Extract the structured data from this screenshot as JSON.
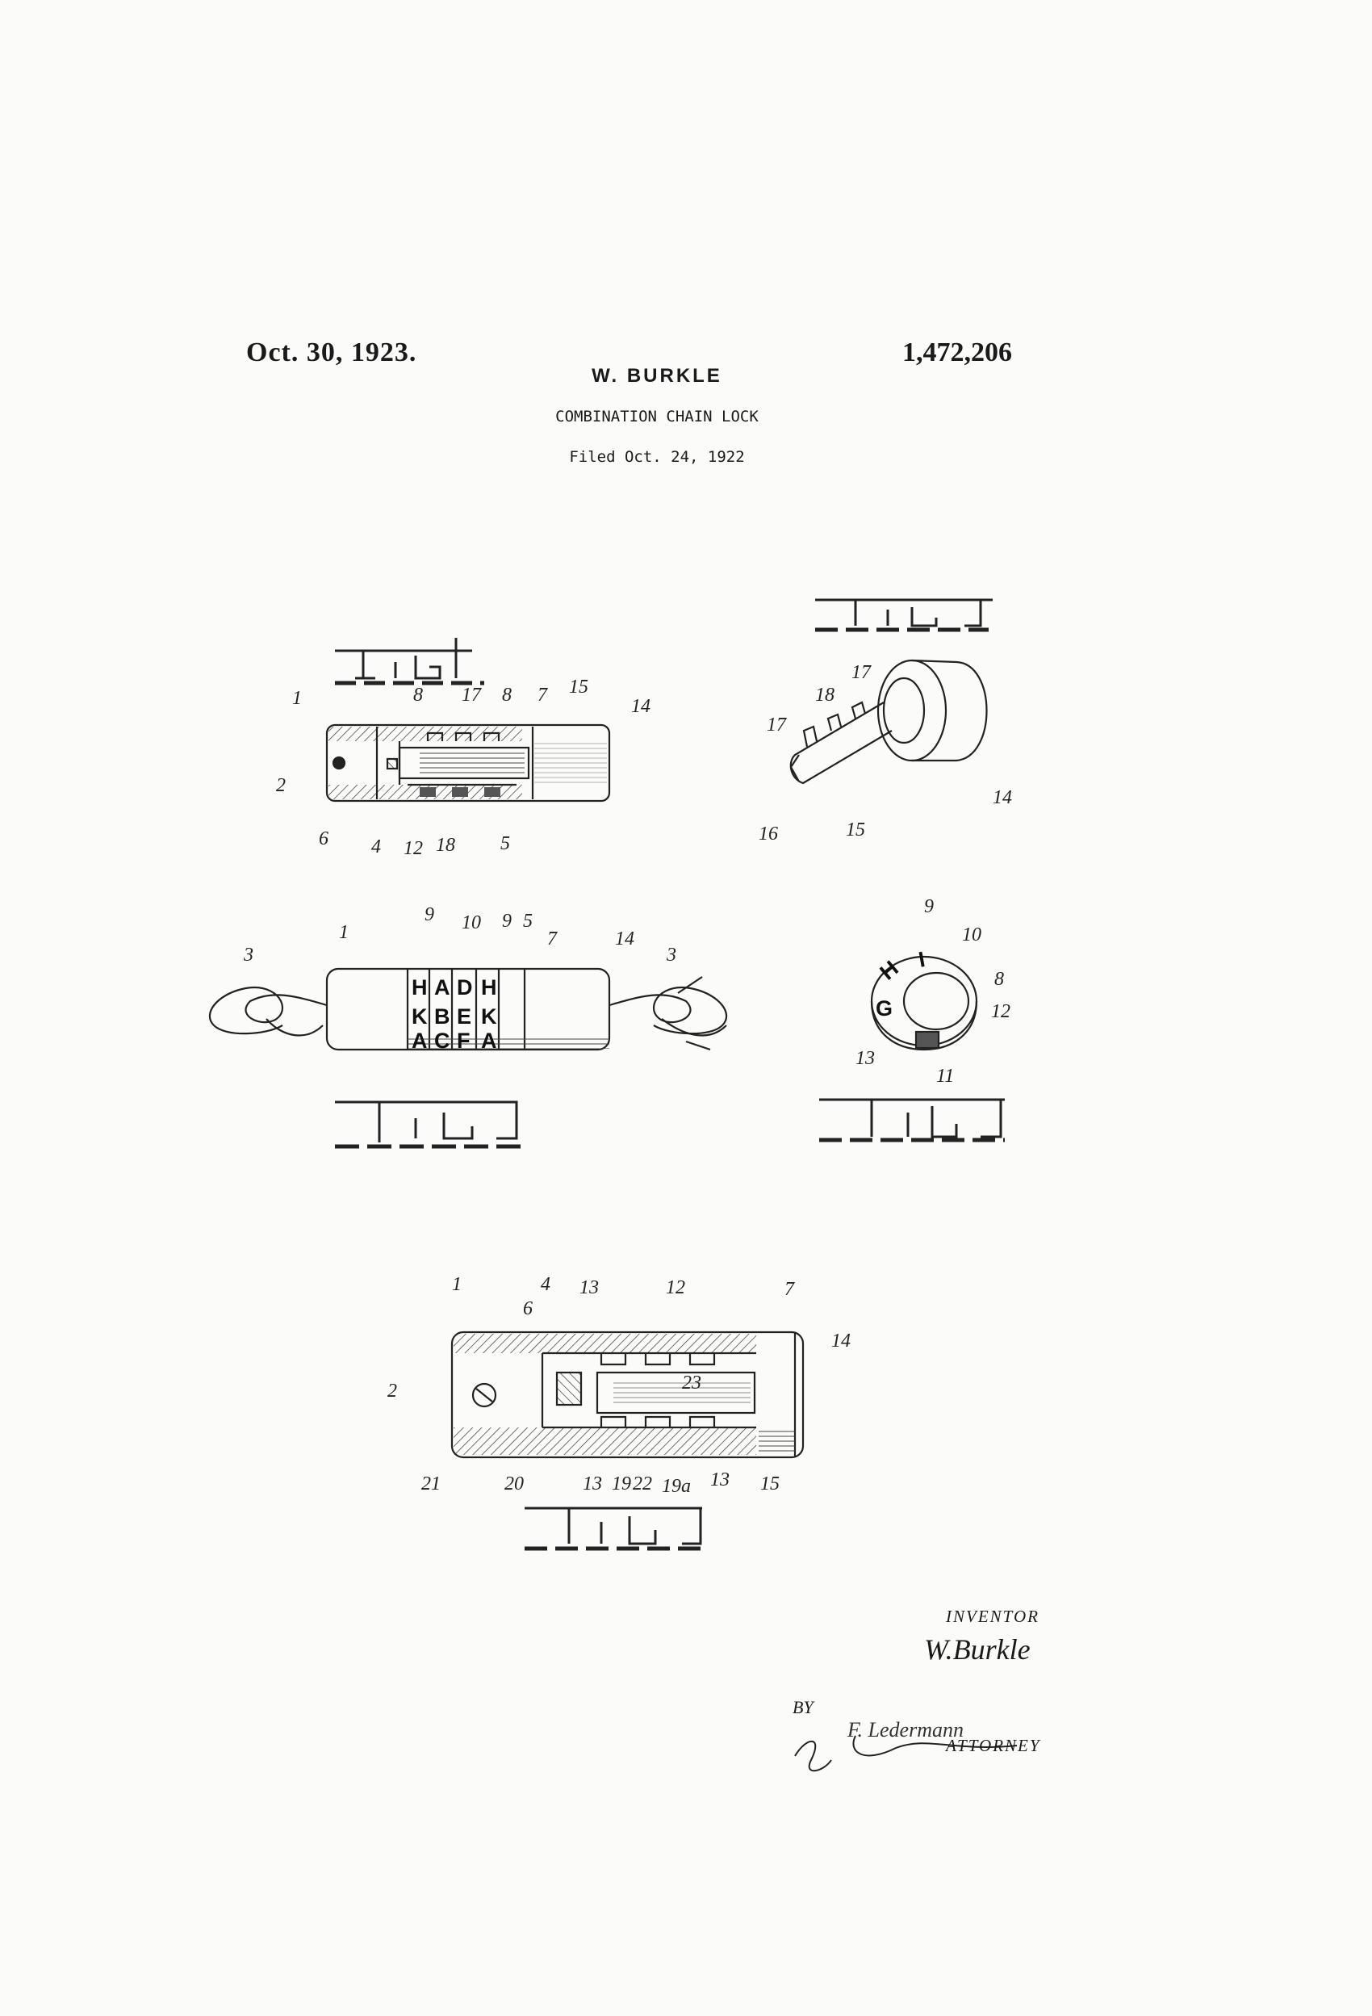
{
  "header": {
    "date": "Oct. 30, 1923.",
    "patent_number": "1,472,206",
    "inventor_name": "W. BURKLE",
    "title": "COMBINATION CHAIN LOCK",
    "filed": "Filed Oct. 24, 1922"
  },
  "figures": {
    "fig1": {
      "refs": [
        "1",
        "2",
        "8",
        "17",
        "8",
        "7",
        "15",
        "14",
        "6",
        "4",
        "12",
        "18",
        "5"
      ]
    },
    "fig2": {
      "refs": [
        "9",
        "10",
        "9",
        "5",
        "7",
        "14",
        "1",
        "3",
        "3"
      ],
      "dial_letters": [
        "H",
        "A",
        "D",
        "H",
        "K",
        "B",
        "E",
        "K",
        "A",
        "C",
        "F",
        "A"
      ]
    },
    "fig3": {
      "refs": [
        "17",
        "18",
        "17",
        "14",
        "16",
        "15"
      ]
    },
    "fig4": {
      "refs": [
        "9",
        "10",
        "8",
        "12",
        "13",
        "11"
      ],
      "dial_letters": [
        "G",
        "H",
        "I"
      ]
    },
    "fig5": {
      "refs": [
        "1",
        "4",
        "13",
        "12",
        "7",
        "6",
        "14",
        "2",
        "23",
        "21",
        "20",
        "13",
        "19",
        "22",
        "19a",
        "13",
        "15"
      ]
    }
  },
  "signature_block": {
    "inventor_label": "INVENTOR",
    "inventor_signature": "W.Burkle",
    "by_label": "BY",
    "attorney_signature": "F. Ledermann",
    "attorney_label": "ATTORNEY"
  }
}
